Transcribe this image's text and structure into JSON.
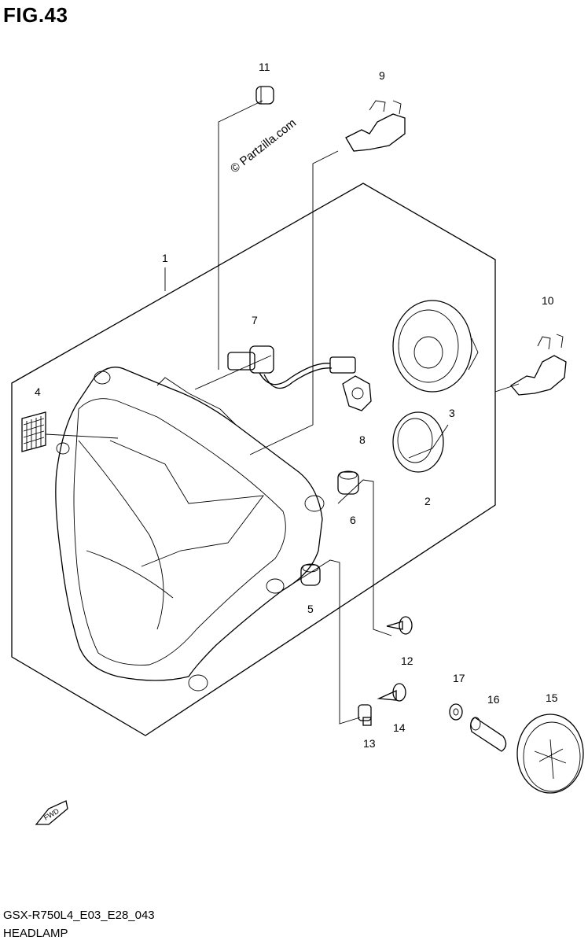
{
  "figure": {
    "title": "FIG.43",
    "model_code": "GSX-R750L4_E03_E28_043",
    "section_name": "HEADLAMP",
    "watermark": "© Partzilla.com",
    "fwd_label": "FWD"
  },
  "parts": [
    {
      "id": "part-1",
      "number": "1"
    },
    {
      "id": "part-2",
      "number": "2"
    },
    {
      "id": "part-3",
      "number": "3"
    },
    {
      "id": "part-4",
      "number": "4"
    },
    {
      "id": "part-5",
      "number": "5"
    },
    {
      "id": "part-6",
      "number": "6"
    },
    {
      "id": "part-7",
      "number": "7"
    },
    {
      "id": "part-8",
      "number": "8"
    },
    {
      "id": "part-9",
      "number": "9"
    },
    {
      "id": "part-10",
      "number": "10"
    },
    {
      "id": "part-11",
      "number": "11"
    },
    {
      "id": "part-12",
      "number": "12"
    },
    {
      "id": "part-13",
      "number": "13"
    },
    {
      "id": "part-14",
      "number": "14"
    },
    {
      "id": "part-15",
      "number": "15"
    },
    {
      "id": "part-16",
      "number": "16"
    },
    {
      "id": "part-17",
      "number": "17"
    }
  ]
}
